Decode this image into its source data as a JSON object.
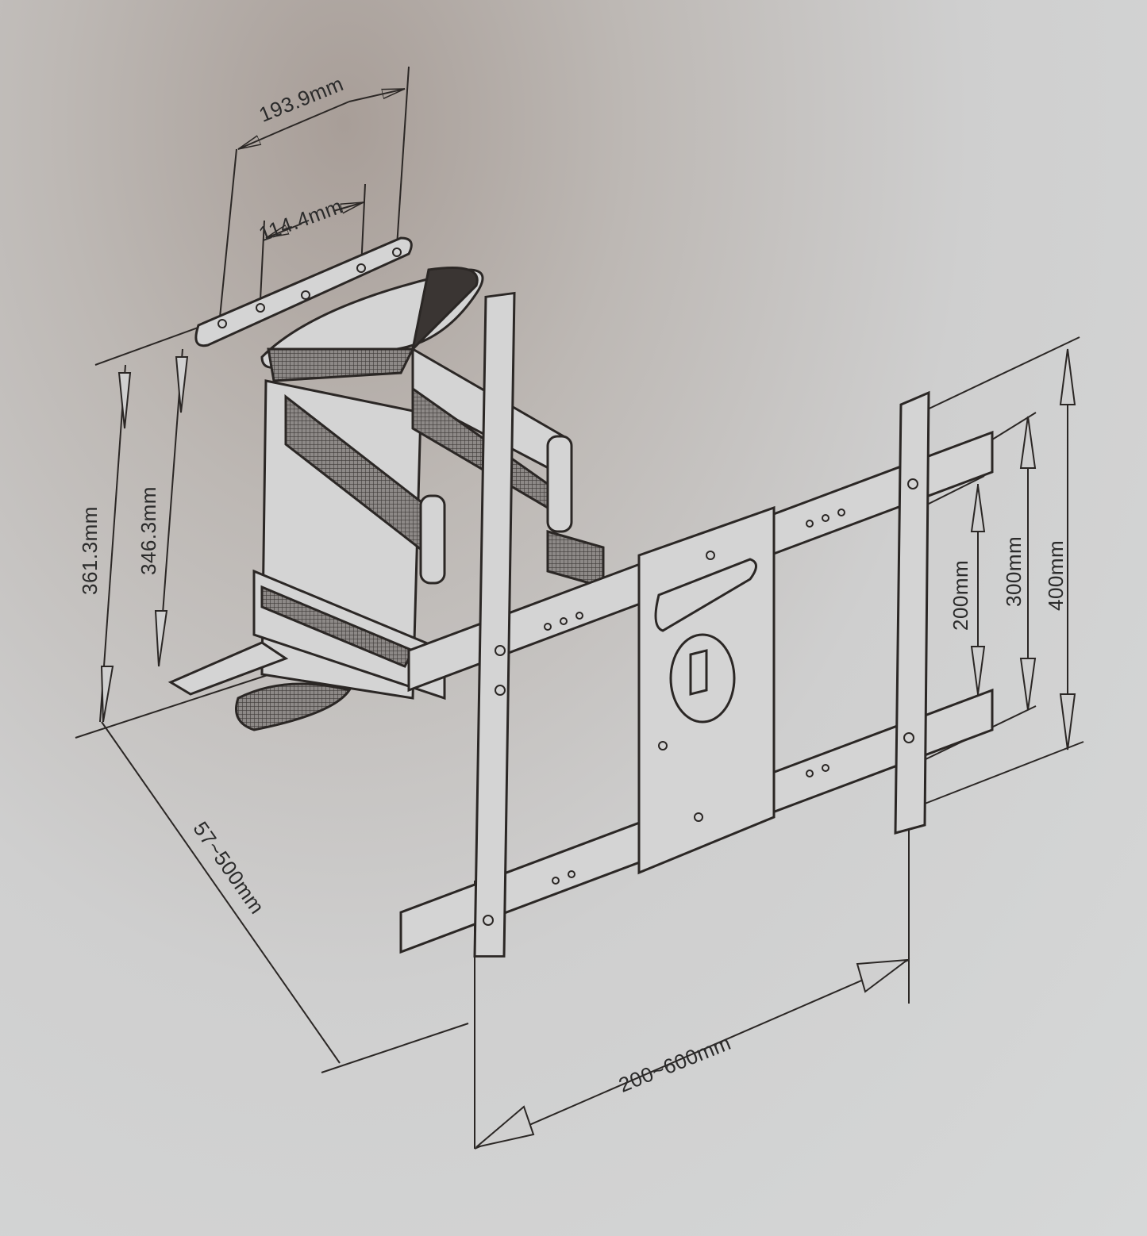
{
  "diagram": {
    "title": "Full-motion TV wall mount dimension diagram",
    "colors": {
      "line": "#2b2725",
      "paper": "#d2d3d3",
      "hatch": "#6a6563"
    },
    "dimensions": {
      "wall_plate_width_outer": "193.9mm",
      "wall_plate_width_inner": "114.4mm",
      "wall_plate_height_outer": "361.3mm",
      "wall_plate_height_inner": "346.3mm",
      "extension_range": "57~500mm",
      "vesa_horizontal_range": "200~600mm",
      "vesa_vertical_200": "200mm",
      "vesa_vertical_300": "300mm",
      "vesa_vertical_400": "400mm"
    },
    "components": [
      "wall-plate",
      "articulating-arms",
      "pivot-joints",
      "tv-bracket-center-plate",
      "horizontal-rails",
      "vertical-vesa-arms"
    ]
  }
}
